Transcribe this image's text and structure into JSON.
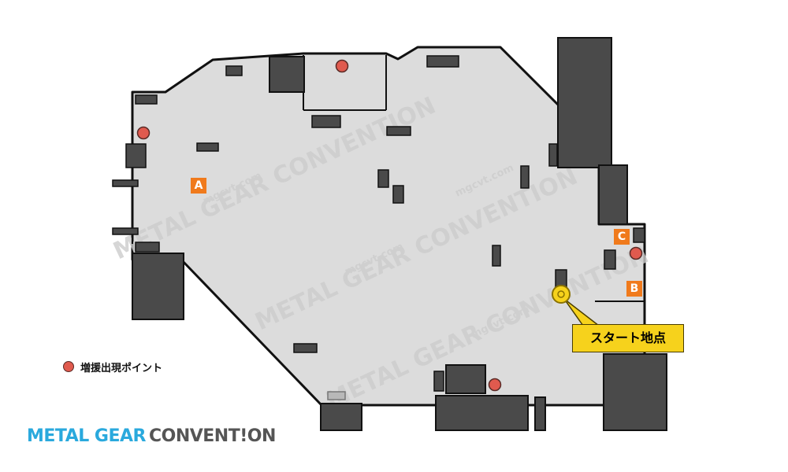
{
  "map": {
    "zones": [
      {
        "id": "A",
        "label": "A"
      },
      {
        "id": "B",
        "label": "B"
      },
      {
        "id": "C",
        "label": "C"
      }
    ],
    "start_point_label": "スタート地点",
    "legend": {
      "icon": "reinforcement-spawn-dot",
      "label": "増援出現ポイント"
    },
    "watermark": [
      "METAL GEAR CONVENTION",
      "mgcvt.com"
    ],
    "colors": {
      "floor": "#dcdcdc",
      "wall": "#111111",
      "obstacle": "#4a4a4a",
      "spawn_point": "#e05a4e",
      "start_marker": "#f6d21c",
      "zone_label": "#f07a1c"
    }
  },
  "logo": {
    "part1": "METAL GEAR",
    "part2": "CONVENT!ON"
  }
}
